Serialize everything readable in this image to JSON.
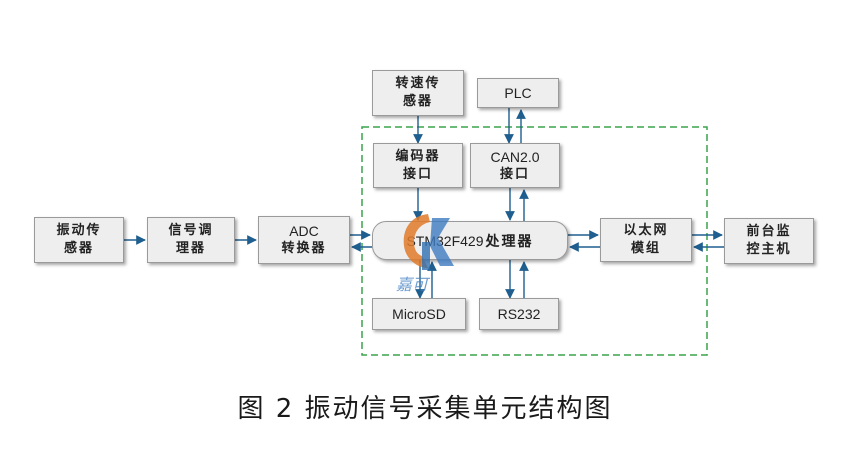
{
  "diagram": {
    "boxes": {
      "speed_sensor": [
        "转速传",
        "感器"
      ],
      "plc": [
        "PLC"
      ],
      "encoder_interface": [
        "编码器",
        "接口"
      ],
      "can_interface": [
        "CAN2.0",
        "接口"
      ],
      "vibration_sensor": [
        "振动传",
        "感器"
      ],
      "signal_conditioner": [
        "信号调",
        "理器"
      ],
      "adc_converter": [
        "ADC",
        "转换器"
      ],
      "processor": [
        "STM32F429",
        "处理器"
      ],
      "ethernet_module": [
        "以太网",
        "模组"
      ],
      "front_monitor_host": [
        "前台监",
        "控主机"
      ],
      "microsd": [
        "MicroSD"
      ],
      "rs232": [
        "RS232"
      ]
    },
    "colors": {
      "arrow": "#1f5f8f",
      "dashed_border": "#3aa44a",
      "box_fill": "#eeeeee",
      "box_border": "#9a9a9a"
    }
  },
  "caption": "图 2  振动信号采集单元结构图",
  "watermark": {
    "icon": "publisher-logo-icon",
    "text": "嘉可"
  }
}
